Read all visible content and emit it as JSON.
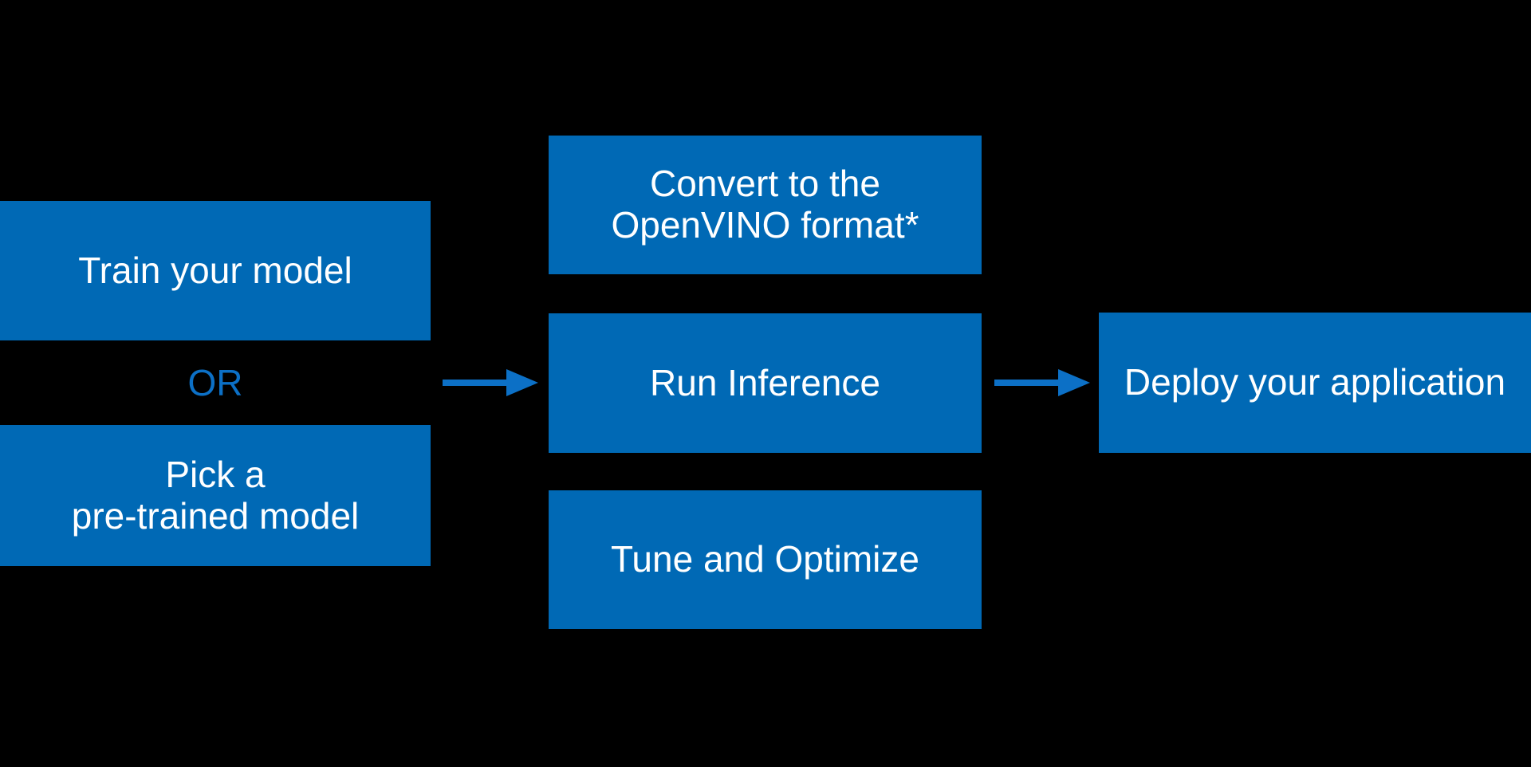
{
  "diagram": {
    "left_column": {
      "train_box": {
        "label": "Train your model"
      },
      "or_label": "OR",
      "pick_box": {
        "lines": [
          "Pick a",
          "pre-trained model"
        ]
      }
    },
    "middle_column": {
      "convert_box": {
        "lines": [
          "Convert to the",
          "OpenVINO format*"
        ]
      },
      "run_box": {
        "label": "Run Inference"
      },
      "tune_box": {
        "label": "Tune and Optimize"
      }
    },
    "right_column": {
      "deploy_box": {
        "label": "Deploy your application"
      }
    },
    "arrows": [
      {
        "name": "pick-or-train-to-run-inference",
        "direction": "right"
      },
      {
        "name": "run-inference-to-deploy",
        "direction": "right"
      }
    ],
    "colors": {
      "background": "#000000",
      "box_fill": "#0069B5",
      "box_text": "#FFFFFF",
      "accent": "#0C70C6"
    }
  }
}
